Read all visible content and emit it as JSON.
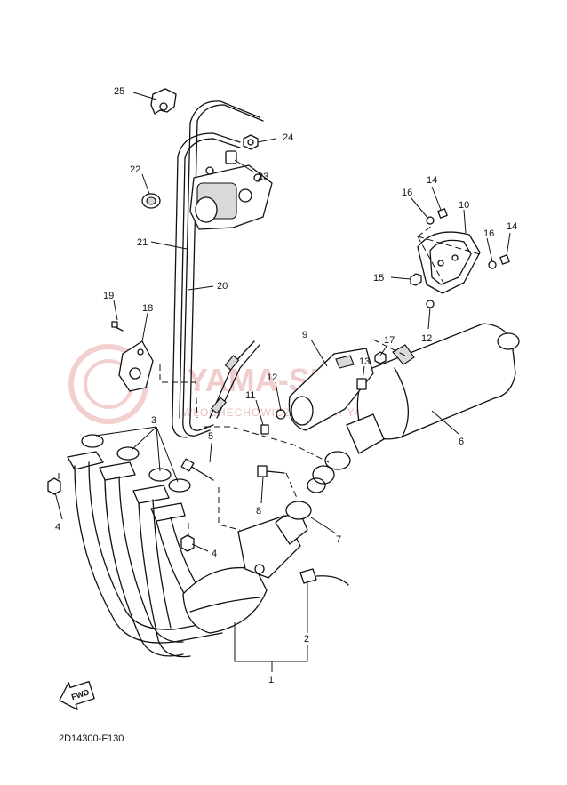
{
  "diagram": {
    "code": "2D14300-F130",
    "watermark": {
      "title": "YAMA-SKLEP.PL",
      "subtitle": "WŁOCHECHOWICZ DEALER YAMAHA"
    },
    "fwd_label": "FWD",
    "callouts": {
      "c1": "1",
      "c2": "2",
      "c3": "3",
      "c4a": "4",
      "c4b": "4",
      "c5": "5",
      "c6": "6",
      "c7": "7",
      "c8": "8",
      "c9": "9",
      "c10": "10",
      "c11": "11",
      "c12a": "12",
      "c12b": "12",
      "c13": "13",
      "c14a": "14",
      "c14b": "14",
      "c15": "15",
      "c16a": "16",
      "c16b": "16",
      "c17": "17",
      "c18": "18",
      "c19": "19",
      "c20": "20",
      "c21": "21",
      "c22": "22",
      "c23": "23",
      "c24": "24",
      "c25": "25"
    }
  }
}
